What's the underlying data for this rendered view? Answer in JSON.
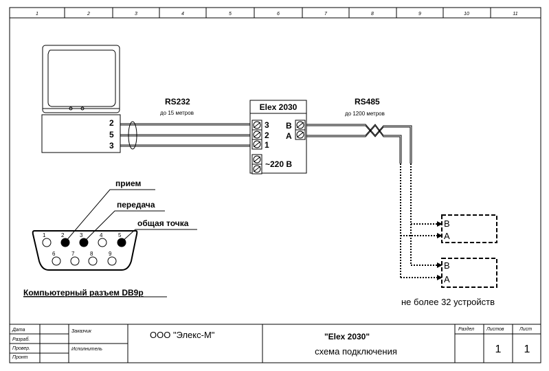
{
  "ruler": [
    "1",
    "2",
    "3",
    "4",
    "5",
    "6",
    "7",
    "8",
    "9",
    "10",
    "11"
  ],
  "pc": {
    "pins": [
      "2",
      "5",
      "3"
    ]
  },
  "rs232": {
    "title": "RS232",
    "sub": "до 15 метров"
  },
  "elex": {
    "title": "Elex 2030",
    "pins_left": [
      "3",
      "2",
      "1"
    ],
    "pins_right": [
      "B",
      "A"
    ],
    "power": "~220 B"
  },
  "rs485": {
    "title": "RS485",
    "sub": "до 1200 метров"
  },
  "devices": [
    {
      "b": "B",
      "a": "A"
    },
    {
      "b": "B",
      "a": "A"
    }
  ],
  "devices_note": "не более 32 устройств",
  "db9": {
    "labels": [
      "прием",
      "передача",
      "общая точка"
    ],
    "pins_top": [
      "1",
      "2",
      "3",
      "4",
      "5"
    ],
    "pins_bottom": [
      "6",
      "7",
      "8",
      "9"
    ],
    "caption": "Компьютерный разъем DB9p"
  },
  "title_block": {
    "rows": [
      "Дата",
      "Разраб.",
      "Провер.",
      "Пронт"
    ],
    "zakazchik": "Заказчик",
    "ispolnitel": "Исполнитель",
    "company": "ООО \"Элекс-М\"",
    "product": "\"Elex 2030\"",
    "doc": "схема подключения",
    "razdel_h": "Раздел",
    "listov_h": "Листов",
    "list_h": "Лист",
    "listov": "1",
    "list": "1"
  }
}
